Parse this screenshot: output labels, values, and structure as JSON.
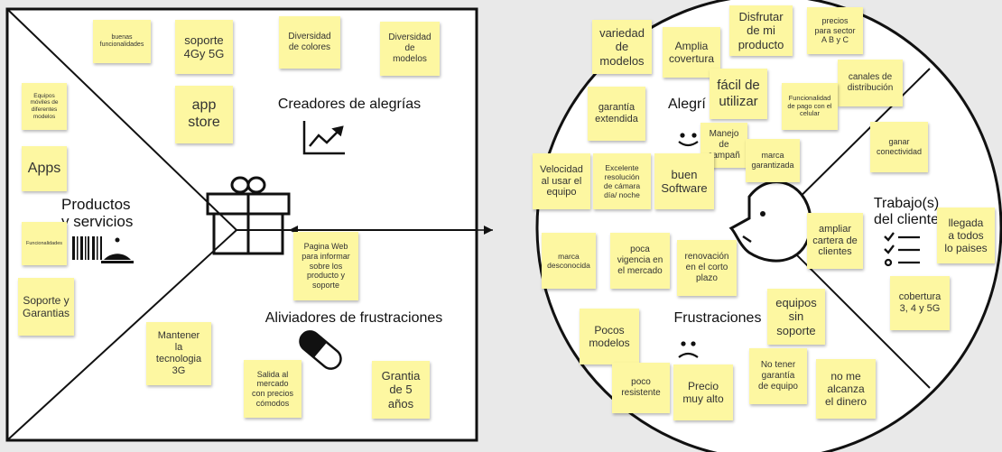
{
  "left_canvas": {
    "title_products": "Productos\ny servicios",
    "title_gains": "Creadores de alegrías",
    "title_pains": "Aliviadores de frustraciones",
    "notes": {
      "buenas": "buenas\nfuncionalidades",
      "soporte4g": "soporte\n4Gy 5G",
      "colores": "Diversidad\nde colores",
      "modelos": "Diversidad\nde\nmodelos",
      "appstore": "app\nstore",
      "equipos": "Equipos\nmóviles de\ndiferentes\nmodelos",
      "apps": "Apps",
      "funcionalidades": "Funcionalidades",
      "soporte_garantias": "Soporte y\nGarantias",
      "pagina_web": "Pagina Web\npara informar\nsobre los\nproducto y\nsoporte",
      "mantener3g": "Mantener\nla\ntecnologia\n3G",
      "salida": "Salida al\nmercado\ncon precios\ncómodos",
      "grantia": "Grantia\nde 5\naños"
    }
  },
  "right_canvas": {
    "title_gains": "Alegrí",
    "title_jobs": "Trabajo(s)\ndel cliente",
    "title_pains": "Frustraciones",
    "notes": {
      "variedad": "variedad\nde\nmodelos",
      "amplia": "Amplia\ncovertura",
      "disfrutar": "Disfrutar\nde mi\nproducto",
      "precios": "precios\npara sector\nA B y C",
      "facil": "fácil de\nutilizar",
      "canales": "canales de\ndistribución",
      "garantia_ext": "garantía\nextendida",
      "funcionalidad_pago": "Funcionalidad\nde pago con el\ncelular",
      "manejo": "Manejo\nde\ncampañ",
      "marca_gar": "marca\ngarantizada",
      "velocidad": "Velocidad\nal usar el\nequipo",
      "camara": "Excelente\nresolución\nde cámara\ndía/ noche",
      "software": "buen\nSoftware",
      "conectividad": "ganar\nconectividad",
      "cartera": "ampliar\ncartera de\nclientes",
      "llegada": "llegada\na todos\nlo paises",
      "marca_desc": "marca\ndesconocida",
      "vigencia": "poca\nvigencia en\nel mercado",
      "renovacion": "renovación\nen el corto\nplazo",
      "sin_soporte": "equipos\nsin\nsoporte",
      "cobertura": "cobertura\n3, 4 y 5G",
      "pocos_modelos": "Pocos\nmodelos",
      "resistente": "poco\nresistente",
      "precio_alto": "Precio\nmuy alto",
      "no_garantia": "No tener\ngarantía\nde equipo",
      "alcanza": "no me\nalcanza\nel dinero"
    }
  },
  "colors": {
    "background": "#e9e9e9",
    "canvas_fill": "#ffffff",
    "stroke": "#111111",
    "sticky": "#fdf7a1",
    "sticky_text": "#333333"
  },
  "icons": [
    "gift-icon",
    "barcode-icon",
    "service-bell-icon",
    "chart-trend-icon",
    "pill-icon",
    "smile-icon",
    "frown-icon",
    "checklist-icon",
    "customer-face-icon",
    "double-arrow-icon"
  ]
}
